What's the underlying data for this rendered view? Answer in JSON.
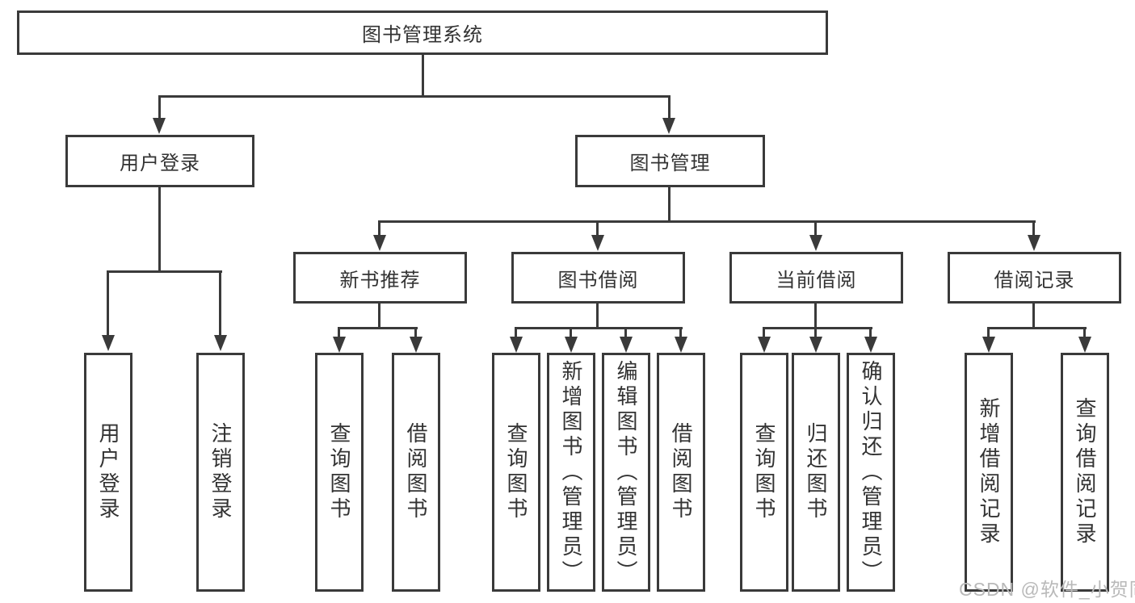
{
  "title": "图书管理系统",
  "watermark": "CSDN @软件_小贺同学",
  "colors": {
    "line": "#3a3a3a",
    "text": "#333333",
    "bg": "#ffffff",
    "watermark": "#b9b9b9"
  },
  "branches": {
    "user_login": {
      "label": "用户登录",
      "children": [
        "用户登录",
        "注销登录"
      ]
    },
    "book_mgmt": {
      "label": "图书管理",
      "sections": [
        {
          "label": "新书推荐",
          "children": [
            "查询图书",
            "借阅图书"
          ]
        },
        {
          "label": "图书借阅",
          "children": [
            "查询图书",
            "新增图书（管理员）",
            "编辑图书（管理员）",
            "借阅图书"
          ]
        },
        {
          "label": "当前借阅",
          "children": [
            "查询图书",
            "归还图书",
            "确认归还（管理员）"
          ]
        },
        {
          "label": "借阅记录",
          "children": [
            "新增借阅记录",
            "查询借阅记录"
          ]
        }
      ]
    }
  }
}
